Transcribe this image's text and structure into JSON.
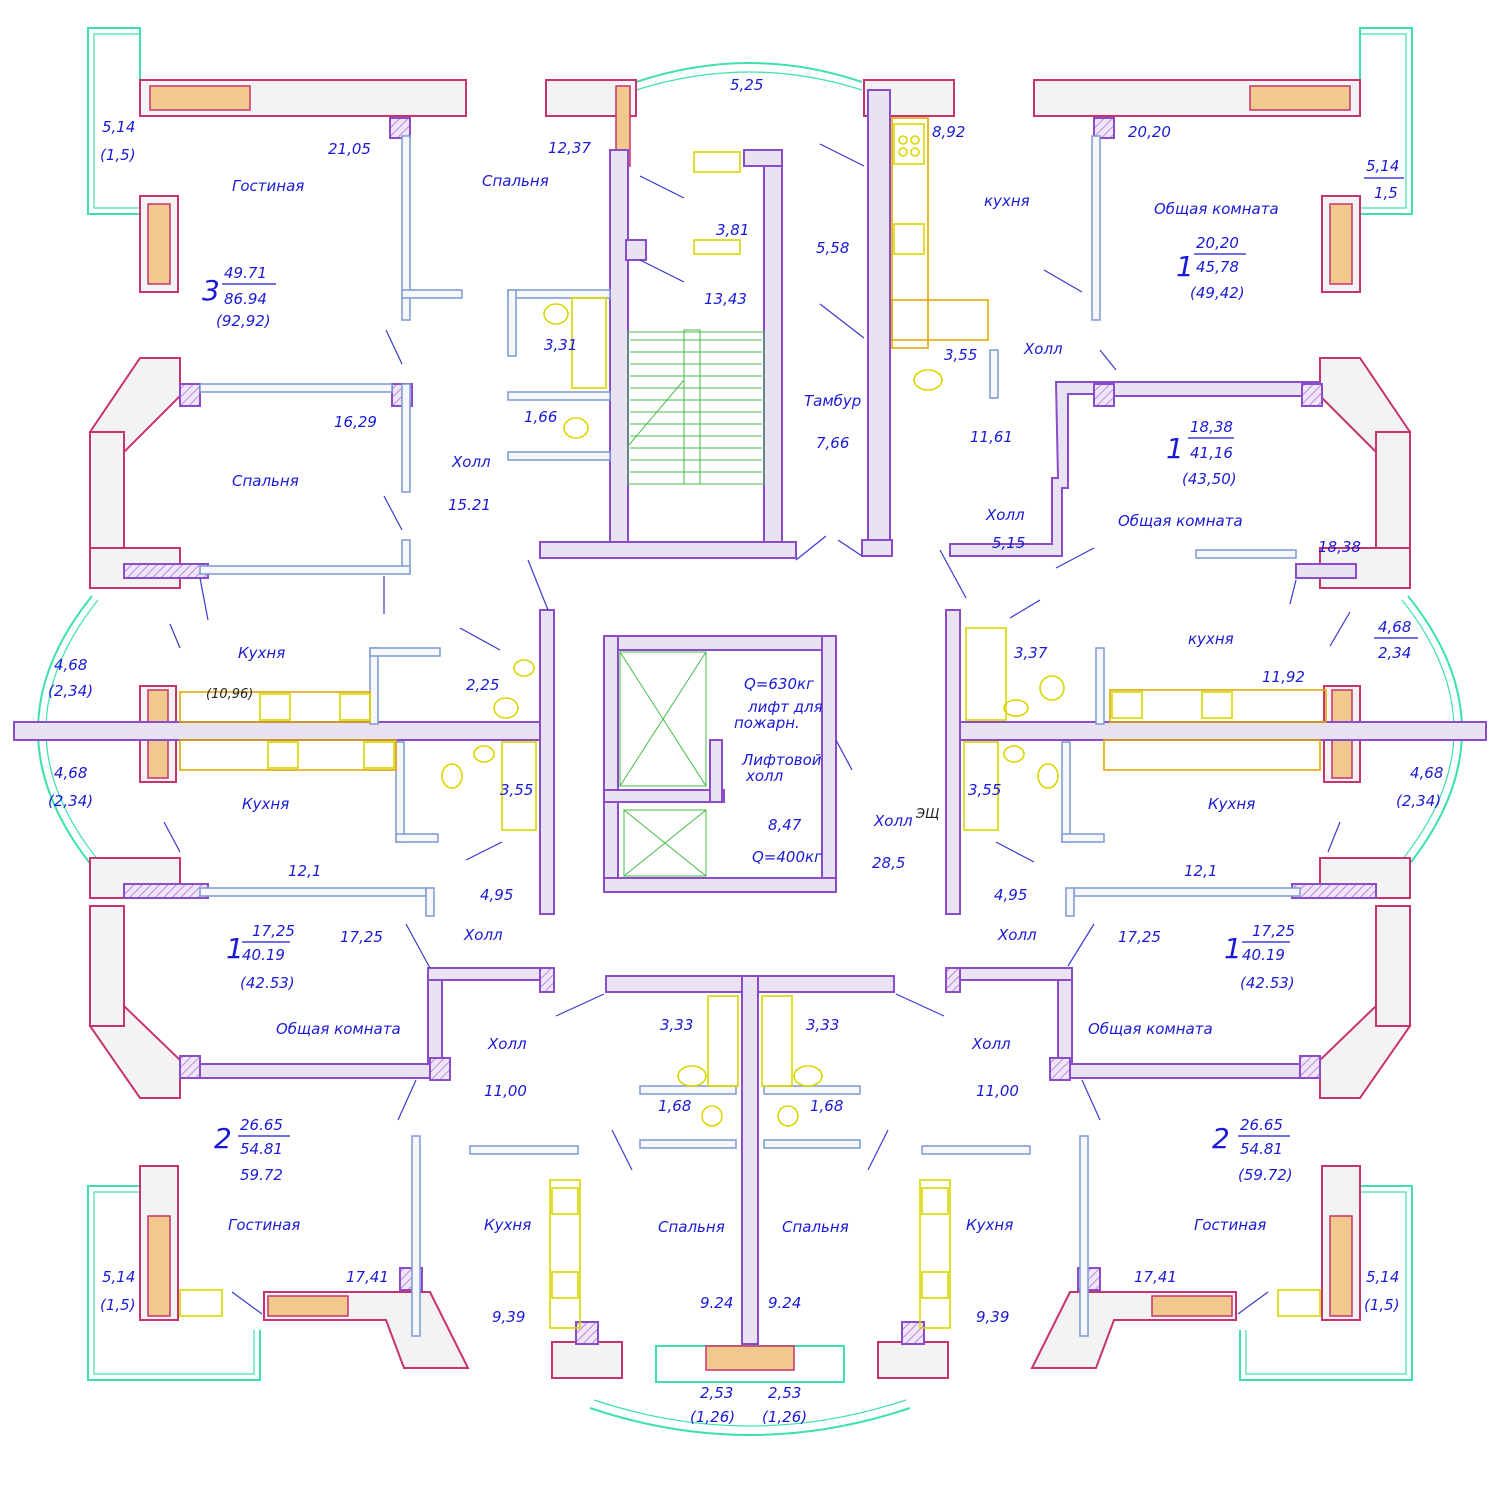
{
  "labels": {
    "north": {
      "balcony_top": "5,25",
      "stair_38": "3,81",
      "lobby": "13,43",
      "tambur_area": "5,58",
      "tambur": "Тамбур",
      "tambur_766": "7,66"
    },
    "apt3": {
      "balc_area": "5,14",
      "balc_coef": "(1,5)",
      "living_name": "Гостиная",
      "living_area": "21,05",
      "bed1_name": "Спальня",
      "bed1_area": "12,37",
      "num": "3",
      "a1": "49.71",
      "a2": "86.94",
      "a3": "(92,92)",
      "bath": "3,31",
      "wc": "1,66",
      "bed2_name": "Спальня",
      "bed2_area": "16,29",
      "hall_name": "Холл",
      "hall_area": "15.21",
      "kitchen_name": "Кухня",
      "kitchen_area": "(10,96)",
      "wc2": "2,25",
      "loggia_a": "4,68",
      "loggia_c": "(2,34)"
    },
    "apt1ne": {
      "kitchen_area": "8,92",
      "kitchen_name": "кухня",
      "room_area": "20,20",
      "room_name": "Общая комната",
      "num": "1",
      "a1": "20,20",
      "a2": "45,78",
      "a3": "(49,42)",
      "bath": "3,55",
      "hall_name": "Холл",
      "balc_area": "5,14",
      "balc_coef": "1,5"
    },
    "apt1e": {
      "num": "1",
      "a1": "18,38",
      "a2": "41,16",
      "a3": "(43,50)",
      "hall_area_left": "11,61",
      "hall_name": "Холл",
      "hall_area": "5,15",
      "room_name": "Общая комната",
      "room_area": "18,38",
      "bath": "3,37",
      "kitchen_name": "кухня",
      "kitchen_area": "11,92",
      "loggia_a": "4,68",
      "loggia_c": "2,34"
    },
    "core": {
      "lift1_q": "Q=630кг",
      "lift1_t1": "лифт для",
      "lift1_t2": "пожарн.",
      "lift_hall1": "Лифтовой",
      "lift_hall2": "холл",
      "lift2_area": "8,47",
      "lift2_q": "Q=400кг",
      "hall_name": "Холл",
      "hall_area": "28,5",
      "shield": "ЭЩ"
    },
    "apt1sw": {
      "loggia_a": "4,68",
      "loggia_c": "(2,34)",
      "kitchen_name": "Кухня",
      "kitchen_area": "12,1",
      "bath": "3,55",
      "hall_area": "4,95",
      "hall_name": "Холл",
      "num": "1",
      "a1": "17,25",
      "a2": "40.19",
      "a3": "(42.53)",
      "room_area": "17,25",
      "room_name": "Общая комната"
    },
    "apt1se": {
      "loggia_a": "4,68",
      "loggia_c": "(2,34)",
      "kitchen_name": "Кухня",
      "kitchen_area": "12,1",
      "bath": "3,55",
      "hall_area": "4,95",
      "hall_name": "Холл",
      "num": "1",
      "a1": "17,25",
      "a2": "40.19",
      "a3": "(42.53)",
      "room_area": "17,25",
      "room_name": "Общая комната"
    },
    "apt2sw": {
      "hall_name": "Холл",
      "hall_area": "11,00",
      "bath": "3,33",
      "wc": "1,68",
      "num": "2",
      "a1": "26.65",
      "a2": "54.81",
      "a3": "59.72",
      "living_name": "Гостиная",
      "living_area": "17,41",
      "kitchen_name": "Кухня",
      "kitchen_area": "9,39",
      "bed_name": "Спальня",
      "bed_area": "9.24",
      "balc_area": "5,14",
      "balc_coef": "(1,5)",
      "loggia_a": "2,53",
      "loggia_c": "(1,26)"
    },
    "apt2se": {
      "hall_name": "Холл",
      "hall_area": "11,00",
      "bath": "3,33",
      "wc": "1,68",
      "num": "2",
      "a1": "26.65",
      "a2": "54.81",
      "a3": "(59.72)",
      "living_name": "Гостиная",
      "living_area": "17,41",
      "kitchen_name": "Кухня",
      "kitchen_area": "9,39",
      "bed_name": "Спальня",
      "bed_area": "9.24",
      "balc_area": "5,14",
      "balc_coef": "(1,5)",
      "loggia_a": "2,53",
      "loggia_c": "(1,26)"
    }
  }
}
